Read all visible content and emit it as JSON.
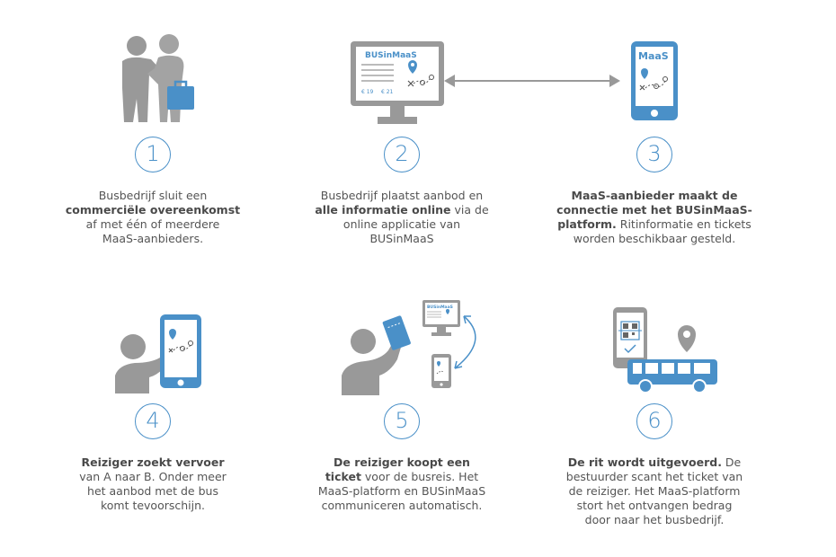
{
  "colors": {
    "grey": "#999999",
    "blue": "#4a90c8",
    "text": "#555555"
  },
  "steps": [
    {
      "number": "1",
      "icon": "handshake-icon",
      "parts": [
        {
          "t": "Busbedrijf sluit een",
          "b": false
        },
        {
          "t": "commerciële overeenkomst",
          "b": true
        },
        {
          "t": "af met één of meerdere",
          "b": false
        },
        {
          "t": "MaaS-aanbieders.",
          "b": false
        }
      ]
    },
    {
      "number": "2",
      "icon": "monitor-icon",
      "screen_title": "BUSinMaaS",
      "screen_price_a": "€ 19",
      "screen_price_b": "€ 21",
      "parts": [
        {
          "t": "Busbedrijf plaatst aanbod en",
          "b": false
        },
        {
          "t": "alle informatie online",
          "b": true
        },
        {
          "t": " via de",
          "b": false
        },
        {
          "t": "online applicatie van",
          "b": false
        },
        {
          "t": "BUSinMaaS",
          "b": false
        }
      ]
    },
    {
      "number": "3",
      "icon": "phone-icon",
      "screen_title": "MaaS",
      "parts": [
        {
          "t": "MaaS-aanbieder maakt de",
          "b": true
        },
        {
          "t": "connectie met het BUSinMaaS-",
          "b": true
        },
        {
          "t": "platform.",
          "b": true
        },
        {
          "t": " Ritinformatie en tickets",
          "b": false
        },
        {
          "t": "worden beschikbaar gesteld.",
          "b": false
        }
      ]
    },
    {
      "number": "4",
      "icon": "traveler-phone-icon",
      "parts": [
        {
          "t": "Reiziger zoekt vervoer",
          "b": true
        },
        {
          "t": "van A naar B. Onder meer",
          "b": false
        },
        {
          "t": "het aanbod met de bus",
          "b": false
        },
        {
          "t": "komt tevoorschijn.",
          "b": false
        }
      ]
    },
    {
      "number": "5",
      "icon": "ticket-purchase-icon",
      "screen_title": "BUSinMaaS",
      "parts": [
        {
          "t": "De reiziger koopt een",
          "b": true
        },
        {
          "t": "ticket",
          "b": true
        },
        {
          "t": " voor de busreis. Het",
          "b": false
        },
        {
          "t": "MaaS-platform en BUSinMaaS",
          "b": false
        },
        {
          "t": "communiceren automatisch.",
          "b": false
        }
      ]
    },
    {
      "number": "6",
      "icon": "bus-scan-icon",
      "parts": [
        {
          "t": "De rit wordt uitgevoerd.",
          "b": true
        },
        {
          "t": " De",
          "b": false
        },
        {
          "t": "bestuurder scant het ticket van",
          "b": false
        },
        {
          "t": "de reiziger. Het MaaS-platform",
          "b": false
        },
        {
          "t": "stort het ontvangen bedrag",
          "b": false
        },
        {
          "t": "door naar het busbedrijf.",
          "b": false
        }
      ]
    }
  ]
}
